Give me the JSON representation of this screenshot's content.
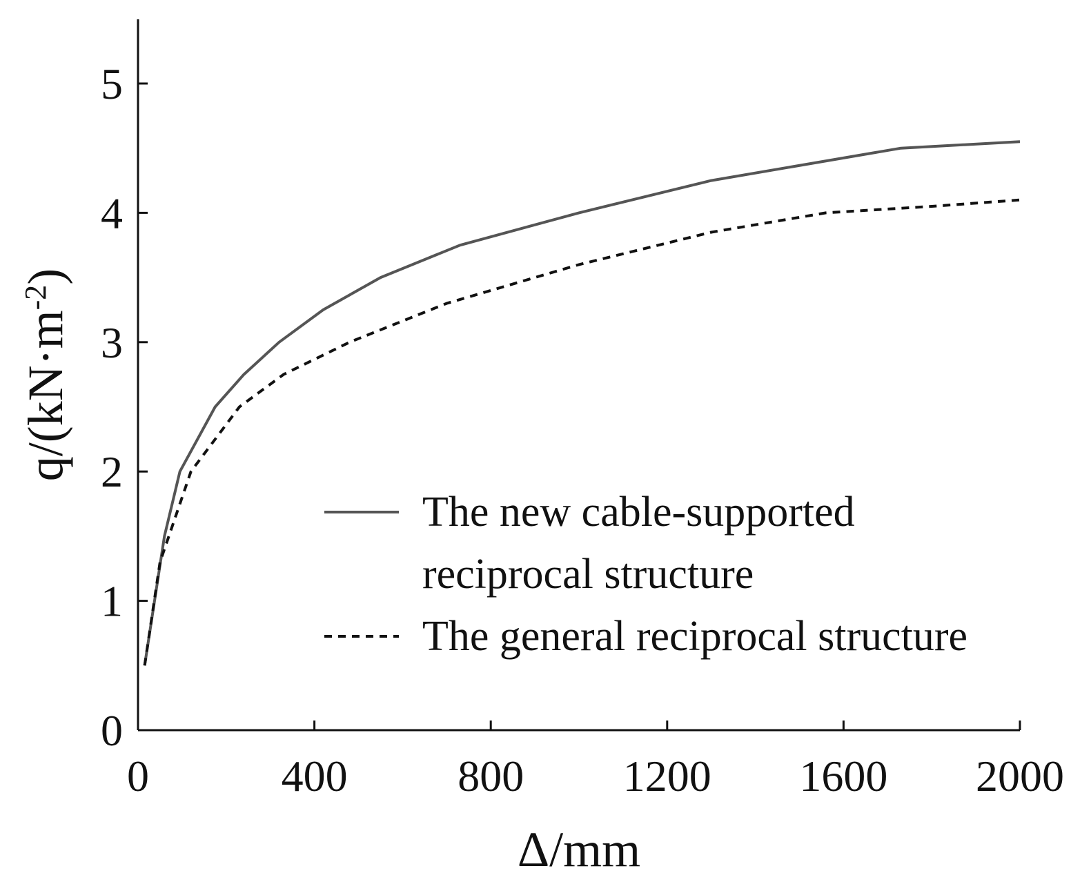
{
  "chart_data": {
    "type": "line",
    "xlabel": "Δ/mm",
    "ylabel_main": "q/(kN·m",
    "ylabel_sup": "-2",
    "ylabel_close": ")",
    "xlim": [
      0,
      2000
    ],
    "ylim": [
      0,
      5.5
    ],
    "xticks": [
      0,
      400,
      800,
      1200,
      1600,
      2000
    ],
    "yticks": [
      0,
      1,
      2,
      3,
      4,
      5
    ],
    "xtick_labels": [
      "0",
      "400",
      "800",
      "1200",
      "1600",
      "2000"
    ],
    "ytick_labels": [
      "0",
      "1",
      "2",
      "3",
      "4",
      "5"
    ],
    "grid": false,
    "legend_position": "center-right",
    "series": [
      {
        "name_line1": "The new cable-supported",
        "name_line2": "reciprocal structure",
        "style": "solid",
        "color": "#555555",
        "x": [
          15,
          60,
          95,
          175,
          240,
          320,
          420,
          550,
          730,
          1000,
          1300,
          1730,
          2000
        ],
        "y": [
          0.5,
          1.5,
          2.0,
          2.5,
          2.75,
          3.0,
          3.25,
          3.5,
          3.75,
          4.0,
          4.25,
          4.5,
          4.55
        ]
      },
      {
        "name": "The general reciprocal structure",
        "style": "dashed",
        "color": "#111111",
        "x": [
          15,
          50,
          120,
          230,
          330,
          480,
          700,
          1000,
          1300,
          1560,
          1800,
          2000
        ],
        "y": [
          0.5,
          1.3,
          2.0,
          2.5,
          2.75,
          3.0,
          3.3,
          3.6,
          3.85,
          4.0,
          4.05,
          4.1
        ]
      }
    ]
  }
}
